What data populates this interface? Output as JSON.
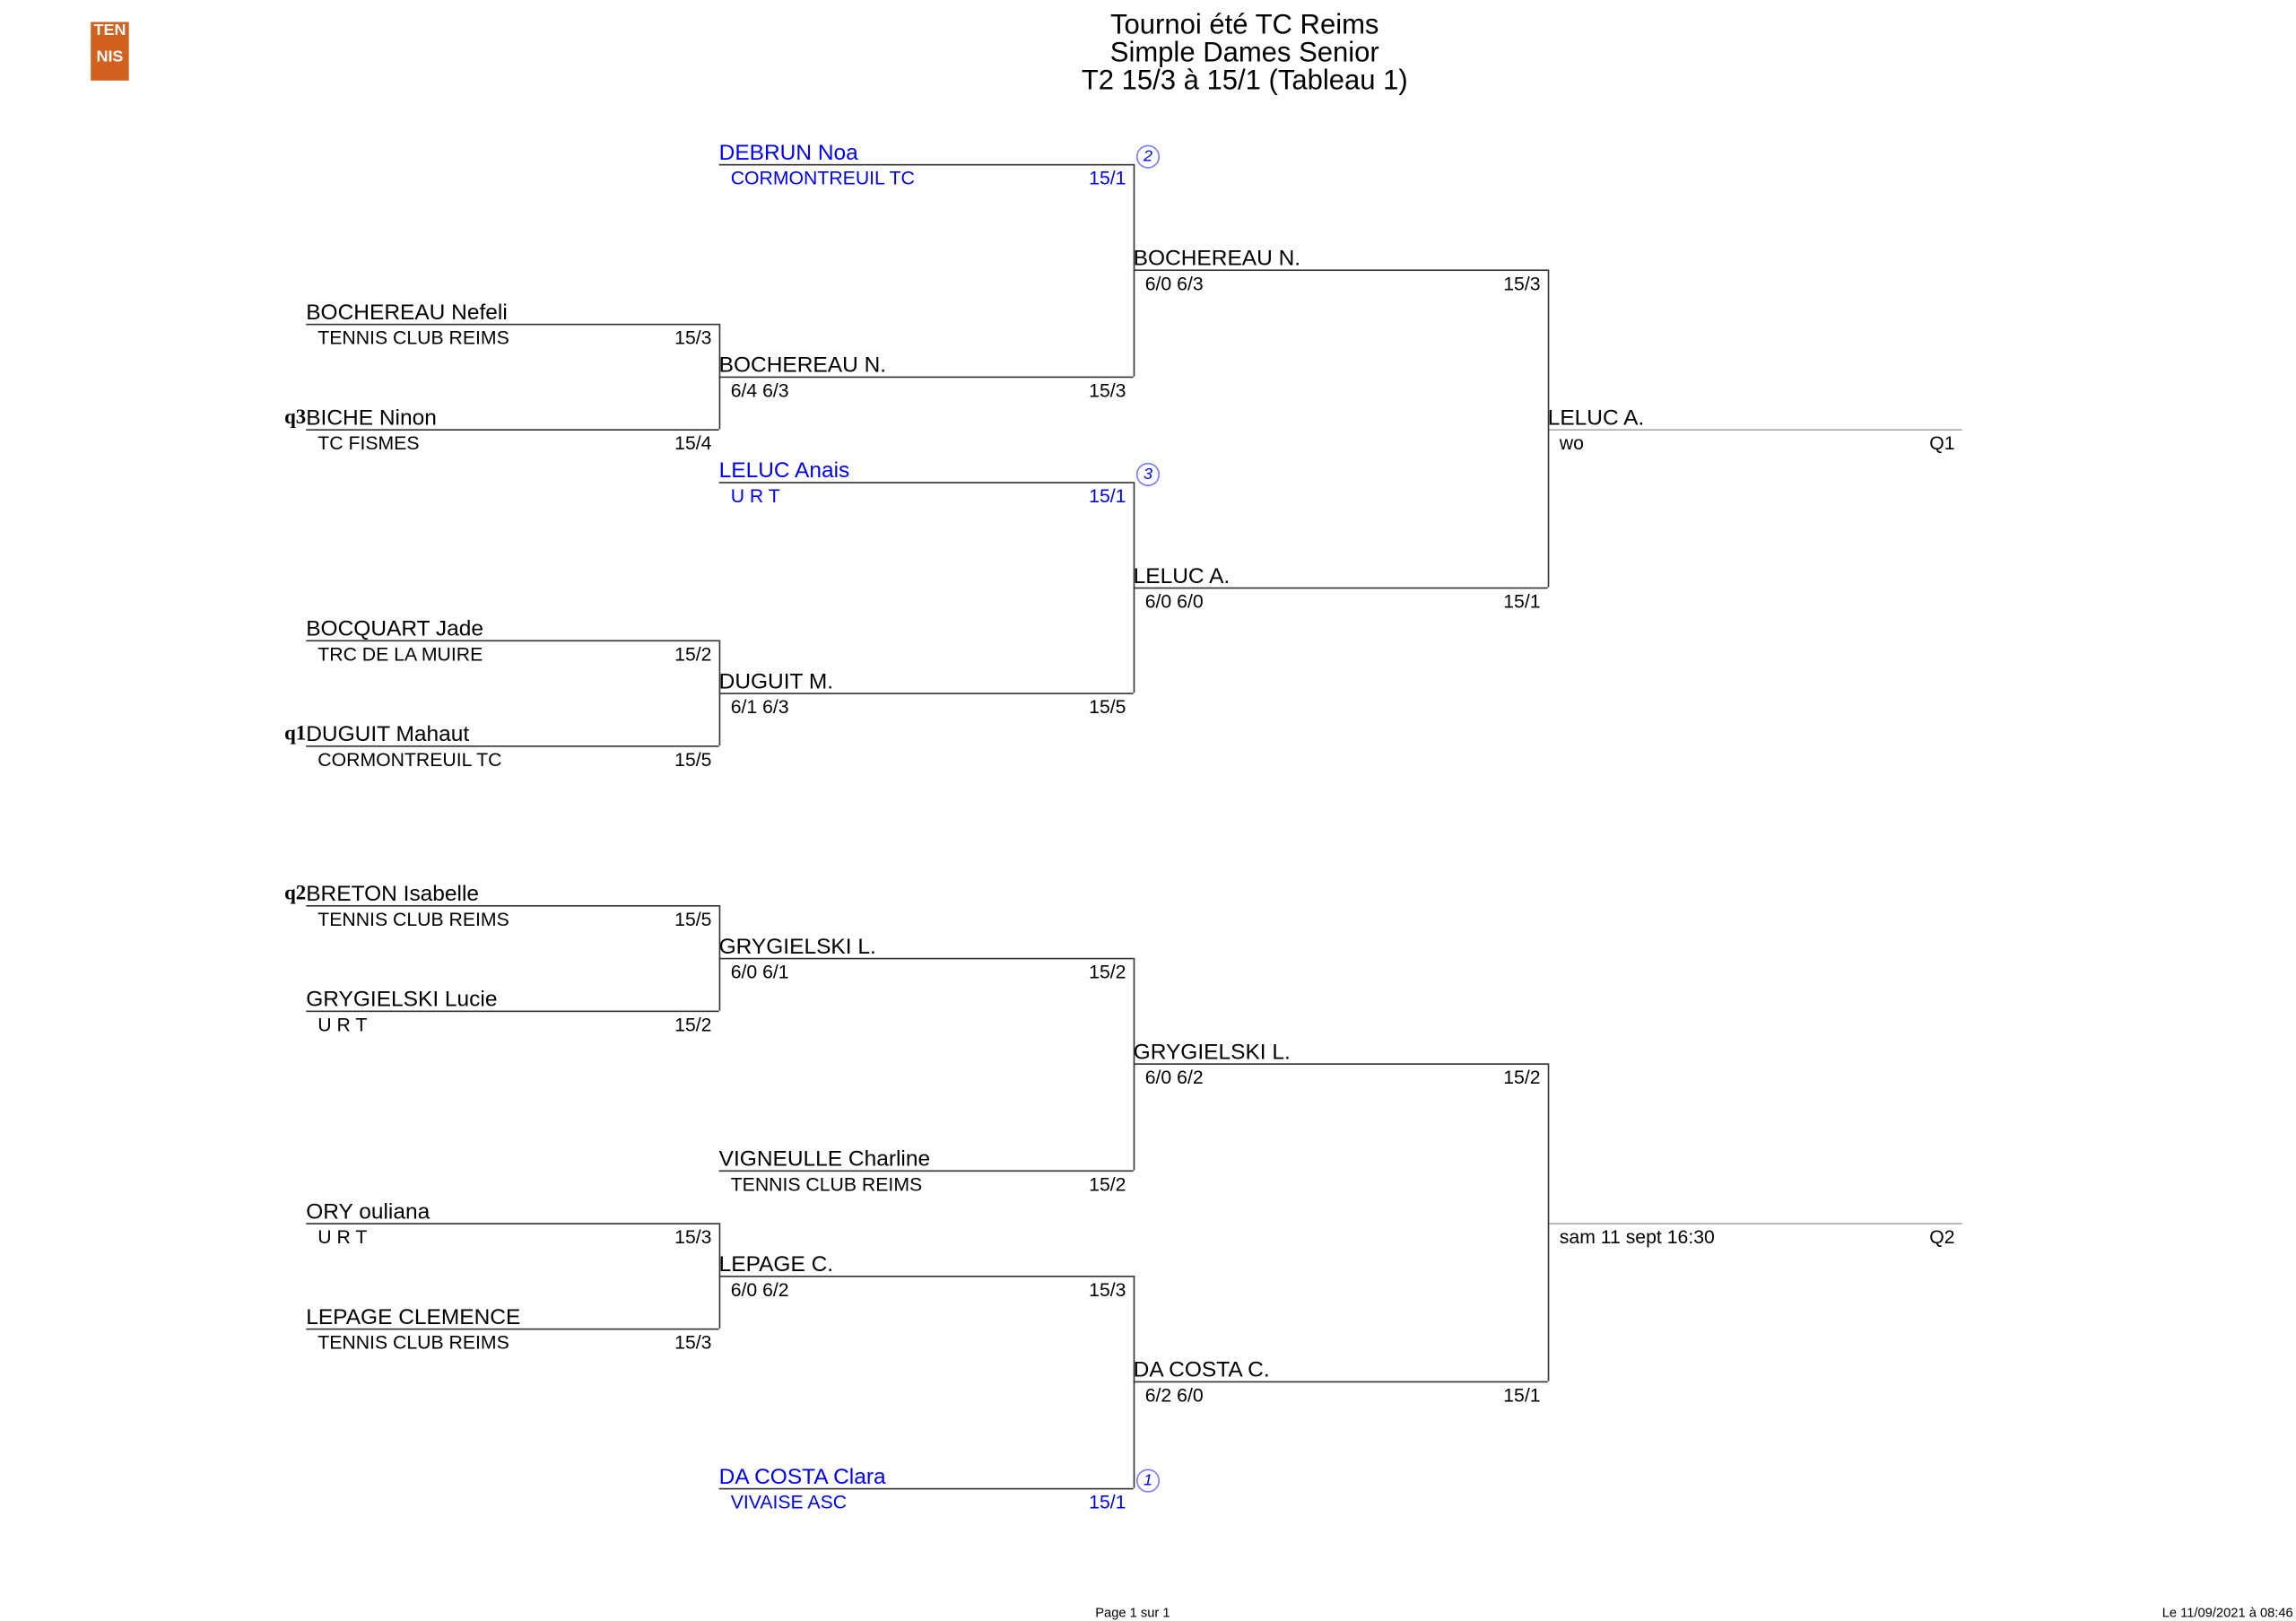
{
  "header": {
    "title_lines": [
      "Tournoi été TC Reims",
      "Simple Dames Senior",
      "T2 15/3 à 15/1 (Tableau 1)"
    ],
    "logo_text": "TEN NIS"
  },
  "round1": [
    {
      "name": "BOCHEREAU Nefeli",
      "club": "TENNIS CLUB REIMS",
      "rank": "15/3",
      "prefix": ""
    },
    {
      "name": "BICHE Ninon",
      "club": "TC FISMES",
      "rank": "15/4",
      "prefix": "q3"
    },
    {
      "name": "BOCQUART Jade",
      "club": "TRC DE LA MUIRE",
      "rank": "15/2",
      "prefix": ""
    },
    {
      "name": "DUGUIT Mahaut",
      "club": "CORMONTREUIL TC",
      "rank": "15/5",
      "prefix": "q1"
    },
    {
      "name": "BRETON Isabelle",
      "club": "TENNIS CLUB REIMS",
      "rank": "15/5",
      "prefix": "q2"
    },
    {
      "name": "GRYGIELSKI Lucie",
      "club": "U R T",
      "rank": "15/2",
      "prefix": ""
    },
    {
      "name": "ORY ouliana",
      "club": "U R T",
      "rank": "15/3",
      "prefix": ""
    },
    {
      "name": "LEPAGE CLEMENCE",
      "club": "TENNIS CLUB REIMS",
      "rank": "15/3",
      "prefix": ""
    }
  ],
  "round2": [
    {
      "name": "DEBRUN Noa",
      "club": "CORMONTREUIL TC",
      "rank": "15/1",
      "seed": "2",
      "highlight": true
    },
    {
      "name": "BOCHEREAU N.",
      "club": "6/4 6/3",
      "rank": "15/3"
    },
    {
      "name": "LELUC Anais",
      "club": "U R T",
      "rank": "15/1",
      "seed": "3",
      "highlight": true
    },
    {
      "name": "DUGUIT M.",
      "club": "6/1 6/3",
      "rank": "15/5"
    },
    {
      "name": "GRYGIELSKI L.",
      "club": "6/0 6/1",
      "rank": "15/2"
    },
    {
      "name": "VIGNEULLE Charline",
      "club": "TENNIS CLUB REIMS",
      "rank": "15/2"
    },
    {
      "name": "LEPAGE C.",
      "club": "6/0 6/2",
      "rank": "15/3"
    },
    {
      "name": "DA COSTA Clara",
      "club": "VIVAISE ASC",
      "rank": "15/1",
      "seed": "1",
      "highlight": true
    }
  ],
  "round3": [
    {
      "name": "BOCHEREAU N.",
      "club": "6/0 6/3",
      "rank": "15/3"
    },
    {
      "name": "LELUC A.",
      "club": "6/0 6/0",
      "rank": "15/1"
    },
    {
      "name": "GRYGIELSKI L.",
      "club": "6/0 6/2",
      "rank": "15/2"
    },
    {
      "name": "DA COSTA C.",
      "club": "6/2 6/0",
      "rank": "15/1"
    }
  ],
  "qualifiers": [
    {
      "name": "LELUC A.",
      "club": "wo",
      "rank": "Q1"
    },
    {
      "name": "",
      "club": "sam 11 sept 16:30",
      "rank": "Q2"
    }
  ],
  "footer": {
    "page": "Page 1 sur 1",
    "date": "Le 11/09/2021 à 08:46"
  },
  "colors": {
    "highlight": "#0000ee",
    "logo": "#d2601f"
  }
}
